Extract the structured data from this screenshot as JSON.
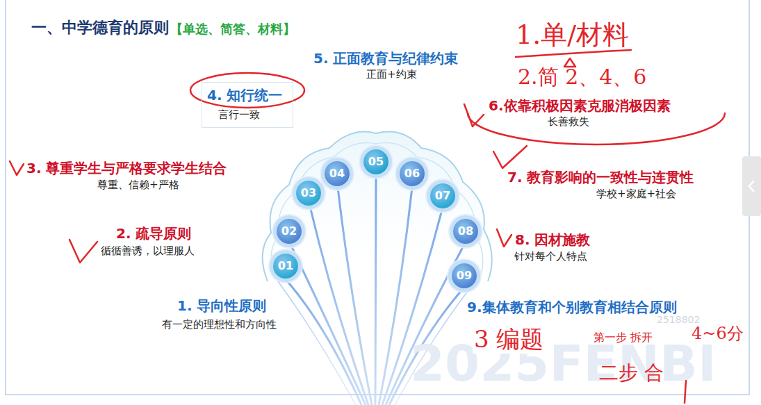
{
  "diagram": {
    "title": "一、中学德育的原则",
    "nodes": [
      {
        "text": [
          "4. 知行统一",
          "言行一致"
        ]
      },
      {
        "text": [
          "01"
        ]
      },
      {
        "text": [
          "02"
        ]
      },
      {
        "text": [
          "03"
        ]
      },
      {
        "text": [
          "04"
        ]
      },
      {
        "text": [
          "05"
        ]
      },
      {
        "text": [
          "06"
        ]
      },
      {
        "text": [
          "07"
        ]
      },
      {
        "text": [
          "08"
        ]
      },
      {
        "text": [
          "09"
        ]
      }
    ],
    "labels": [
      "【单选、简答、材料】",
      "5. 正面教育与纪律约束",
      "正面+约束",
      "6.依靠积极因素克服消极因素",
      "长善救失",
      "3. 尊重学生与严格要求学生结合",
      "尊重、信赖+严格",
      "7. 教育影响的一致性与连贯性",
      "学校+家庭+社会",
      "2. 疏导原则",
      "循循善诱，以理服人",
      "8. 因材施教",
      "针对每个人特点",
      "1. 导向性原则",
      "有一定的理想性和方向性",
      "9.集体教育和个别教育相结合原则",
      "第一步  拆开",
      "1.单/材料",
      "2.简  2、4、6",
      "3 编题",
      "4~6分",
      "二步 合",
      "2025FENBI",
      "2518802"
    ]
  }
}
